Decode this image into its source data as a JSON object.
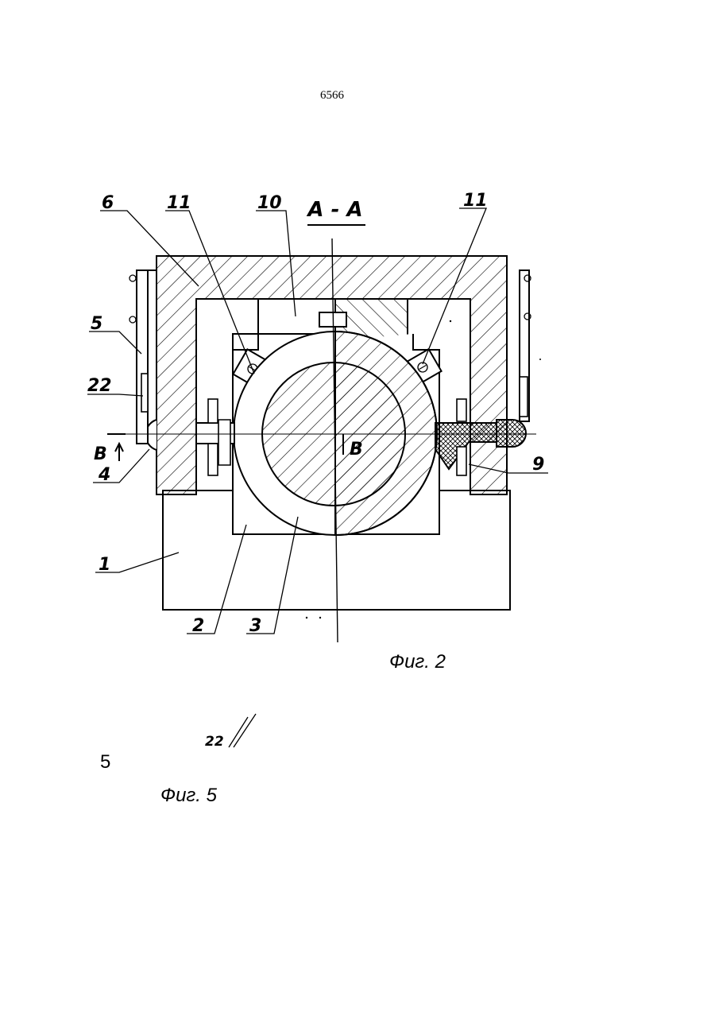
{
  "page_number": "6566",
  "section_title": "A - A",
  "figure2": {
    "caption": "Фиг. 2",
    "labels": {
      "l6": "6",
      "l11_left": "11",
      "l10": "10",
      "l11_right": "11",
      "l5": "5",
      "l22": "22",
      "lB_left": "B",
      "l4": "4",
      "lB_center": "B",
      "l9": "9",
      "l1": "1",
      "l2": "2",
      "l3": "3"
    }
  },
  "figure5": {
    "caption": "Фиг. 5",
    "label22": "22",
    "label5": "5"
  }
}
